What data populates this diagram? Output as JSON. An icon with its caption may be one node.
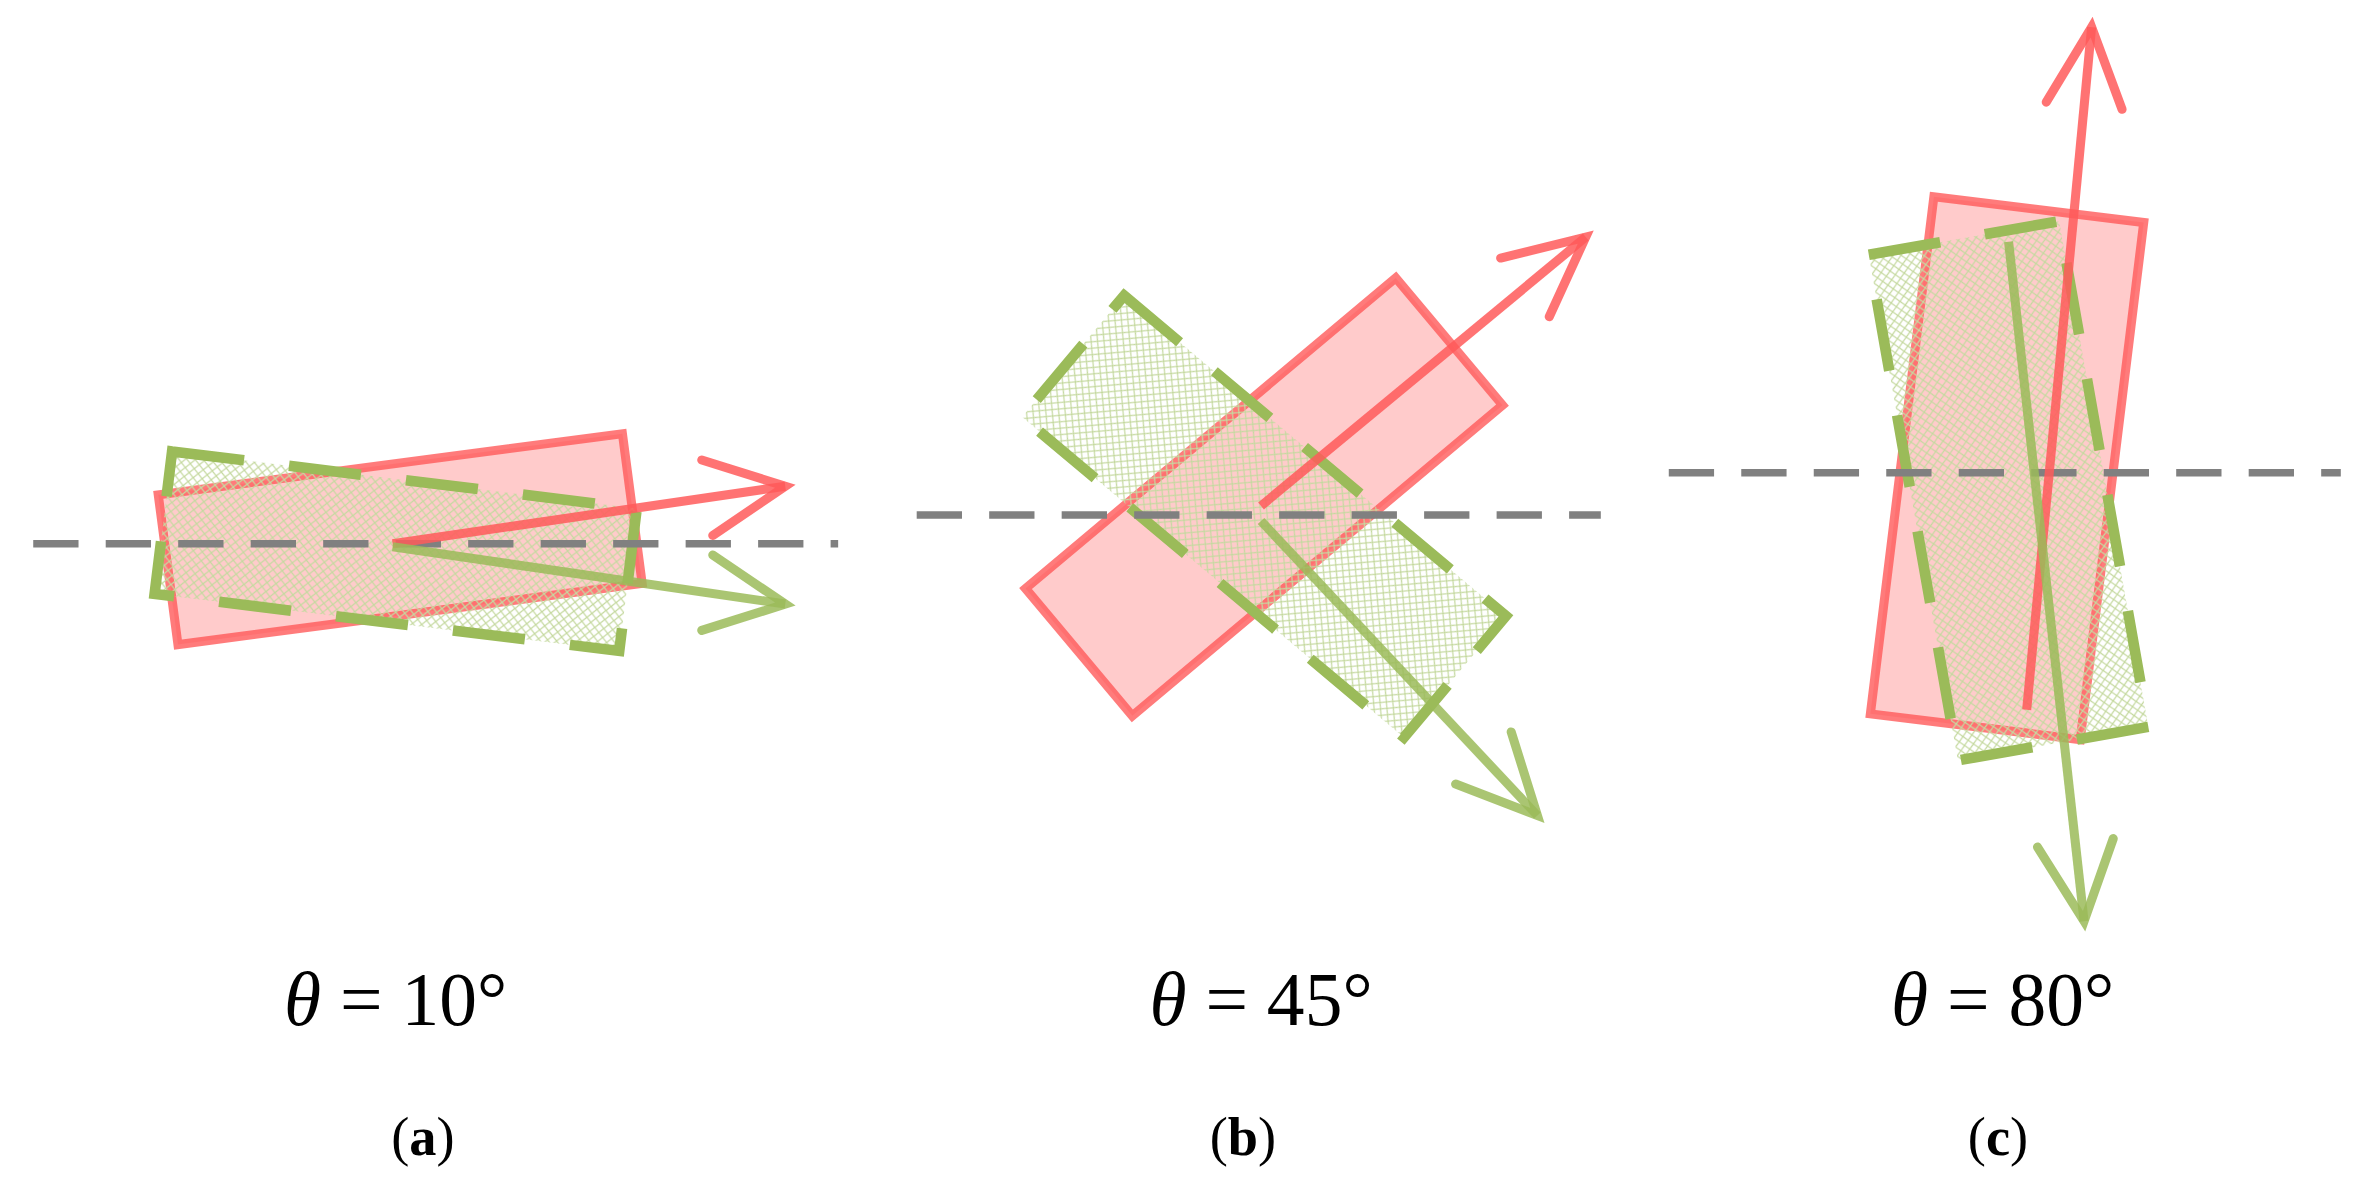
{
  "diagram": {
    "labels": [
      "*θ* = 10°",
      "*θ* = 45°",
      "*θ* = 80°",
      "(**a**)",
      "(**b**)",
      "(**c**)"
    ]
  }
}
